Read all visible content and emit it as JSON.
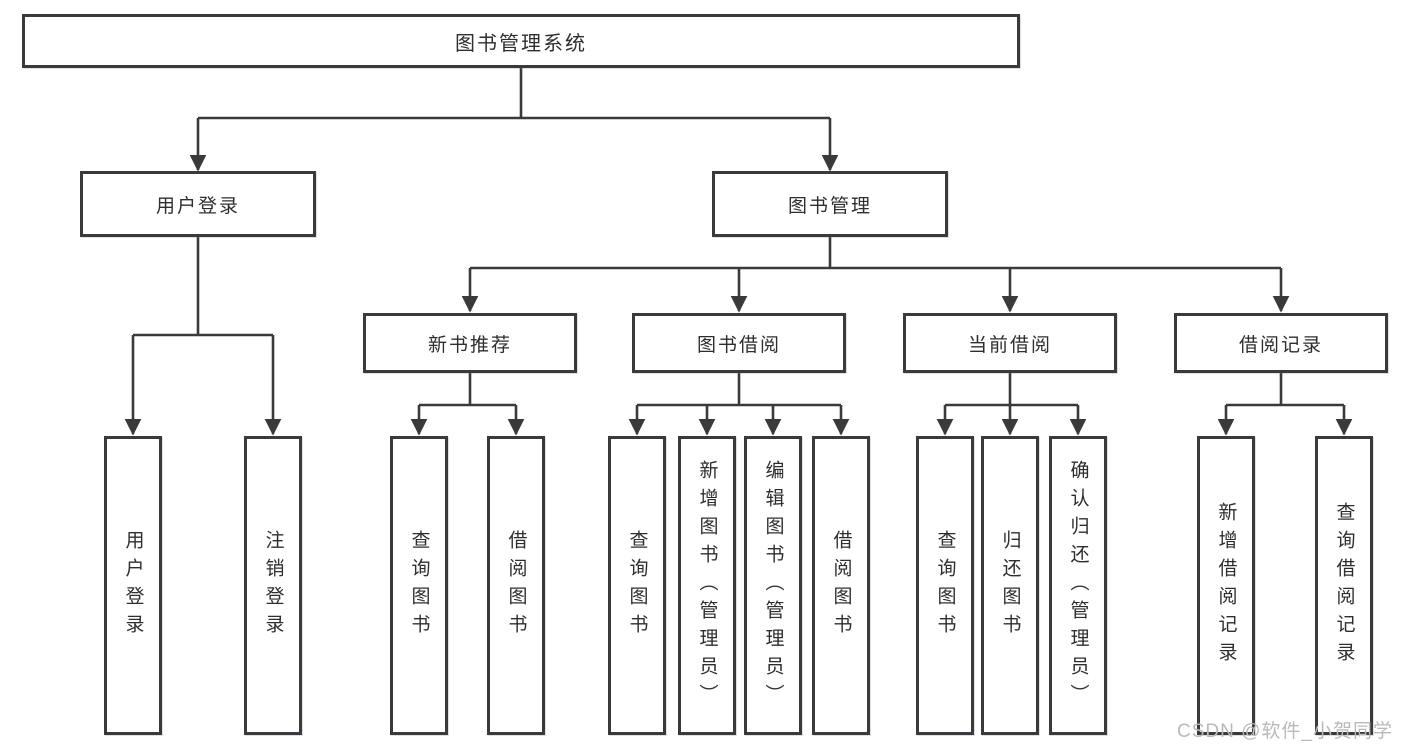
{
  "tree": {
    "root": {
      "label": "图书管理系统"
    },
    "branches": [
      {
        "label": "用户登录",
        "children": [
          {
            "label": "用户登录"
          },
          {
            "label": "注销登录"
          }
        ]
      },
      {
        "label": "图书管理",
        "children": [
          {
            "label": "新书推荐",
            "children": [
              {
                "label": "查询图书"
              },
              {
                "label": "借阅图书"
              }
            ]
          },
          {
            "label": "图书借阅",
            "children": [
              {
                "label": "查询图书"
              },
              {
                "label": "新增图书（管理员）"
              },
              {
                "label": "编辑图书（管理员）"
              },
              {
                "label": "借阅图书"
              }
            ]
          },
          {
            "label": "当前借阅",
            "children": [
              {
                "label": "查询图书"
              },
              {
                "label": "归还图书"
              },
              {
                "label": "确认归还（管理员）"
              }
            ]
          },
          {
            "label": "借阅记录",
            "children": [
              {
                "label": "新增借阅记录"
              },
              {
                "label": "查询借阅记录"
              }
            ]
          }
        ]
      }
    ]
  },
  "watermark": {
    "text": "CSDN @软件_小贺同学"
  },
  "colors": {
    "line": "#3a3a3a",
    "text": "#2e2e2e",
    "watermark": "#b9b9b9",
    "background": "#ffffff"
  }
}
